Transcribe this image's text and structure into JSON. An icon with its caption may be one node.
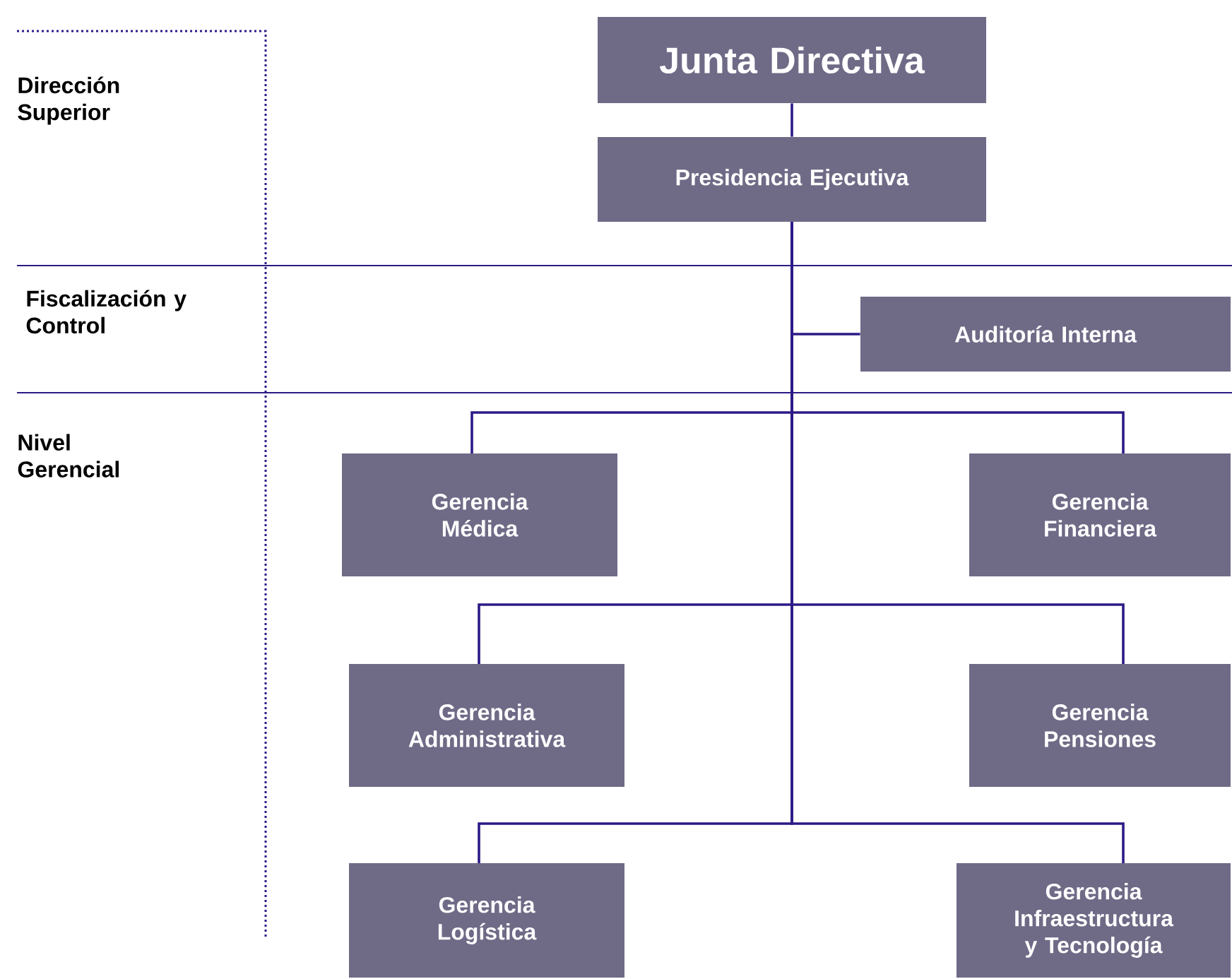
{
  "diagram": {
    "nodes": [
      {
        "text": [
          "Junta Directiva"
        ]
      },
      {
        "text": [
          "Presidencia Ejecutiva"
        ]
      },
      {
        "text": [
          "Auditoría Interna"
        ]
      },
      {
        "text": [
          "Gerencia Médica"
        ]
      },
      {
        "text": [
          "Gerencia Financiera"
        ]
      },
      {
        "text": [
          "Gerencia Administrativa"
        ]
      },
      {
        "text": [
          "Gerencia Pensiones"
        ]
      },
      {
        "text": [
          "Gerencia Logística"
        ]
      },
      {
        "text": [
          "Gerencia Infraestructura y Tecnología"
        ]
      }
    ],
    "edges": [
      {
        "from": 0,
        "to": 1,
        "arrow": "none"
      },
      {
        "from": 1,
        "to": 2,
        "arrow": "none"
      },
      {
        "from": 1,
        "to": 3,
        "arrow": "none"
      },
      {
        "from": 1,
        "to": 4,
        "arrow": "none"
      },
      {
        "from": 1,
        "to": 5,
        "arrow": "none"
      },
      {
        "from": 1,
        "to": 6,
        "arrow": "none"
      },
      {
        "from": 1,
        "to": 7,
        "arrow": "none"
      },
      {
        "from": 1,
        "to": 8,
        "arrow": "none"
      }
    ],
    "labels": [
      "Dirección Superior",
      "Fiscalización y Control",
      "Nivel Gerencial"
    ]
  }
}
